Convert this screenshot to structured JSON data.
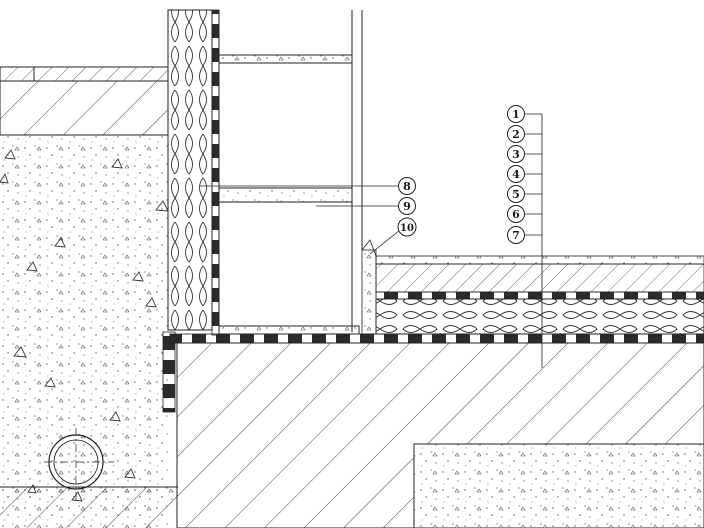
{
  "callouts": {
    "stack": [
      "1",
      "2",
      "3",
      "4",
      "5",
      "6",
      "7"
    ],
    "wall_upper": "8",
    "wall_lower": "9",
    "floor_edge": "10"
  },
  "colors": {
    "line": "#1a1a1a",
    "background": "#ffffff",
    "membrane": "#2b2b2b"
  }
}
